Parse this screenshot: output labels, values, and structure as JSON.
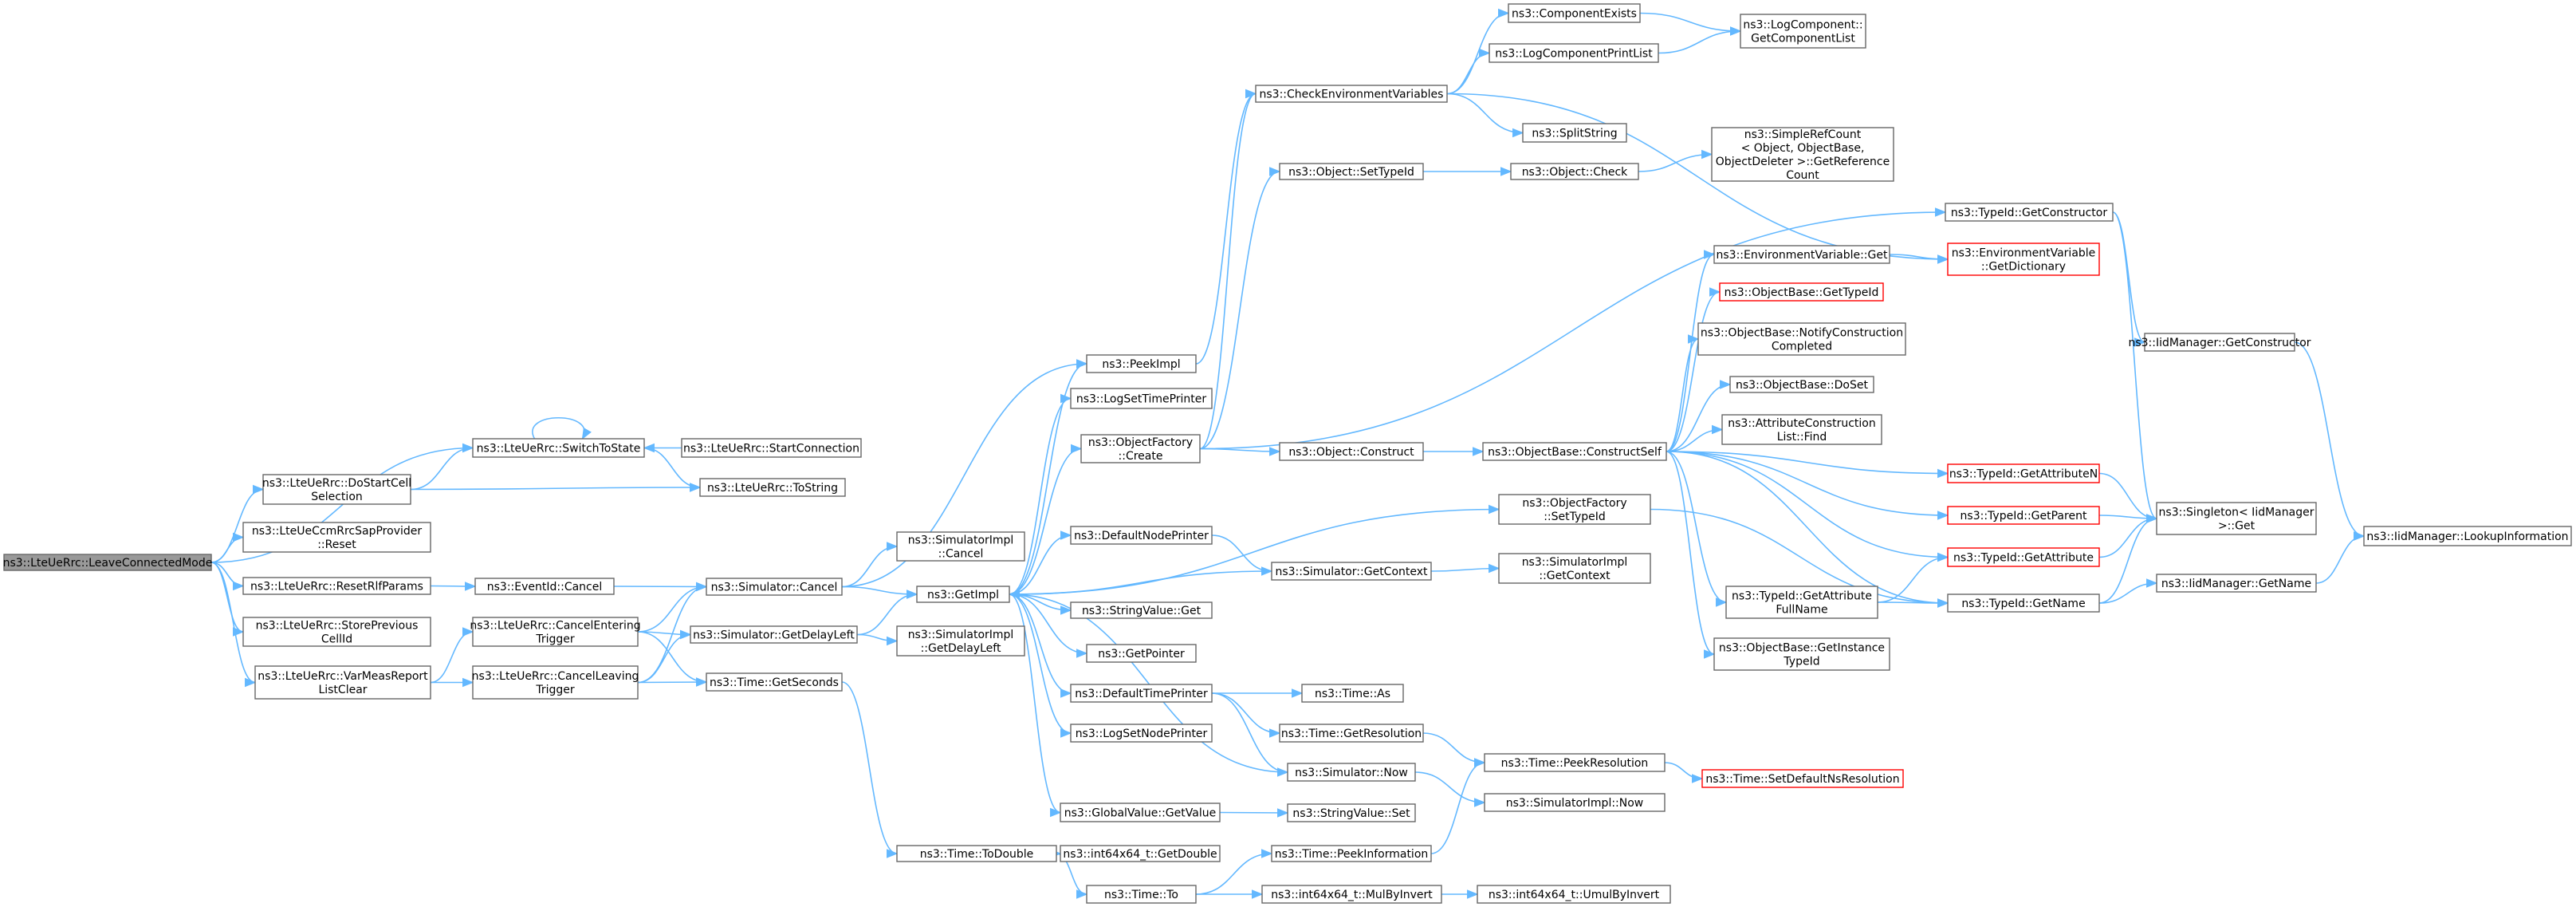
{
  "diagram": {
    "title": "",
    "nodes": [
      {
        "id": "n0",
        "lines": [
          "ns3::LteUeRrc::LeaveConnectedMode"
        ],
        "root": true
      },
      {
        "id": "n1",
        "lines": [
          "ns3::LteUeRrc::DoStartCell",
          "Selection"
        ]
      },
      {
        "id": "n2",
        "lines": [
          "ns3::LteUeCcmRrcSapProvider",
          "::Reset"
        ]
      },
      {
        "id": "n3",
        "lines": [
          "ns3::LteUeRrc::ResetRlfParams"
        ]
      },
      {
        "id": "n4",
        "lines": [
          "ns3::LteUeRrc::StorePrevious",
          "CellId"
        ]
      },
      {
        "id": "n5",
        "lines": [
          "ns3::LteUeRrc::SwitchToState"
        ]
      },
      {
        "id": "n6",
        "lines": [
          "ns3::LteUeRrc::VarMeasReport",
          "ListClear"
        ]
      },
      {
        "id": "n7",
        "lines": [
          "ns3::LteUeRrc::StartConnection"
        ]
      },
      {
        "id": "n8",
        "lines": [
          "ns3::LteUeRrc::ToString"
        ]
      },
      {
        "id": "n9",
        "lines": [
          "ns3::EventId::Cancel"
        ]
      },
      {
        "id": "n10",
        "lines": [
          "ns3::LteUeRrc::CancelEntering",
          "Trigger"
        ]
      },
      {
        "id": "n11",
        "lines": [
          "ns3::LteUeRrc::CancelLeaving",
          "Trigger"
        ]
      },
      {
        "id": "n12",
        "lines": [
          "ns3::Simulator::Cancel"
        ]
      },
      {
        "id": "n13",
        "lines": [
          "ns3::Simulator::GetDelayLeft"
        ]
      },
      {
        "id": "n14",
        "lines": [
          "ns3::Time::GetSeconds"
        ]
      },
      {
        "id": "n15",
        "lines": [
          "ns3::PeekImpl"
        ]
      },
      {
        "id": "n16",
        "lines": [
          "ns3::SimulatorImpl",
          "::Cancel"
        ]
      },
      {
        "id": "n17",
        "lines": [
          "ns3::GetImpl"
        ]
      },
      {
        "id": "n18",
        "lines": [
          "ns3::SimulatorImpl",
          "::GetDelayLeft"
        ]
      },
      {
        "id": "n19",
        "lines": [
          "ns3::Time::ToDouble"
        ]
      },
      {
        "id": "n20",
        "lines": [
          "ns3::LogSetTimePrinter"
        ]
      },
      {
        "id": "n21",
        "lines": [
          "ns3::ObjectFactory",
          "::Create"
        ]
      },
      {
        "id": "n22",
        "lines": [
          "ns3::DefaultNodePrinter"
        ]
      },
      {
        "id": "n23",
        "lines": [
          "ns3::StringValue::Get"
        ]
      },
      {
        "id": "n24",
        "lines": [
          "ns3::GetPointer"
        ]
      },
      {
        "id": "n25",
        "lines": [
          "ns3::DefaultTimePrinter"
        ]
      },
      {
        "id": "n26",
        "lines": [
          "ns3::LogSetNodePrinter"
        ]
      },
      {
        "id": "n27",
        "lines": [
          "ns3::GlobalValue::GetValue"
        ]
      },
      {
        "id": "n28",
        "lines": [
          "ns3::int64x64_t::GetDouble"
        ]
      },
      {
        "id": "n29",
        "lines": [
          "ns3::Time::To"
        ]
      },
      {
        "id": "n30",
        "lines": [
          "ns3::CheckEnvironmentVariables"
        ]
      },
      {
        "id": "n31",
        "lines": [
          "ns3::Object::SetTypeId"
        ]
      },
      {
        "id": "n32",
        "lines": [
          "ns3::Object::Construct"
        ]
      },
      {
        "id": "n33",
        "lines": [
          "ns3::Simulator::GetContext"
        ]
      },
      {
        "id": "n34",
        "lines": [
          "ns3::Time::As"
        ]
      },
      {
        "id": "n35",
        "lines": [
          "ns3::Time::GetResolution"
        ]
      },
      {
        "id": "n36",
        "lines": [
          "ns3::Simulator::Now"
        ]
      },
      {
        "id": "n37",
        "lines": [
          "ns3::StringValue::Set"
        ]
      },
      {
        "id": "n38",
        "lines": [
          "ns3::Time::PeekInformation"
        ]
      },
      {
        "id": "n39",
        "lines": [
          "ns3::int64x64_t::MulByInvert"
        ]
      },
      {
        "id": "n40",
        "lines": [
          "ns3::ComponentExists"
        ]
      },
      {
        "id": "n41",
        "lines": [
          "ns3::LogComponentPrintList"
        ]
      },
      {
        "id": "n42",
        "lines": [
          "ns3::SplitString"
        ]
      },
      {
        "id": "n43",
        "lines": [
          "ns3::Object::Check"
        ]
      },
      {
        "id": "n44",
        "lines": [
          "ns3::ObjectBase::ConstructSelf"
        ]
      },
      {
        "id": "n45",
        "lines": [
          "ns3::ObjectFactory",
          "::SetTypeId"
        ]
      },
      {
        "id": "n46",
        "lines": [
          "ns3::SimulatorImpl",
          "::GetContext"
        ]
      },
      {
        "id": "n47",
        "lines": [
          "ns3::Time::PeekResolution"
        ]
      },
      {
        "id": "n48",
        "lines": [
          "ns3::SimulatorImpl::Now"
        ]
      },
      {
        "id": "n49",
        "lines": [
          "ns3::int64x64_t::UmulByInvert"
        ]
      },
      {
        "id": "n50",
        "lines": [
          "ns3::LogComponent::",
          "GetComponentList"
        ]
      },
      {
        "id": "n51",
        "lines": [
          "ns3::SimpleRefCount",
          "< Object, ObjectBase,",
          " ObjectDeleter >::GetReference",
          "Count"
        ]
      },
      {
        "id": "n52",
        "lines": [
          "ns3::EnvironmentVariable::Get"
        ]
      },
      {
        "id": "n53",
        "lines": [
          "ns3::ObjectBase::GetTypeId"
        ],
        "truncated": true
      },
      {
        "id": "n54",
        "lines": [
          "ns3::ObjectBase::NotifyConstruction",
          "Completed"
        ]
      },
      {
        "id": "n55",
        "lines": [
          "ns3::ObjectBase::DoSet"
        ]
      },
      {
        "id": "n56",
        "lines": [
          "ns3::AttributeConstruction",
          "List::Find"
        ]
      },
      {
        "id": "n57",
        "lines": [
          "ns3::TypeId::GetAttribute",
          "FullName"
        ]
      },
      {
        "id": "n58",
        "lines": [
          "ns3::ObjectBase::GetInstance",
          "TypeId"
        ]
      },
      {
        "id": "n59",
        "lines": [
          "ns3::Time::SetDefaultNsResolution"
        ],
        "truncated": true
      },
      {
        "id": "n60",
        "lines": [
          "ns3::TypeId::GetConstructor"
        ]
      },
      {
        "id": "n61",
        "lines": [
          "ns3::EnvironmentVariable",
          "::GetDictionary"
        ],
        "truncated": true
      },
      {
        "id": "n62",
        "lines": [
          "ns3::TypeId::GetAttributeN"
        ],
        "truncated": true
      },
      {
        "id": "n63",
        "lines": [
          "ns3::TypeId::GetParent"
        ],
        "truncated": true
      },
      {
        "id": "n64",
        "lines": [
          "ns3::TypeId::GetAttribute"
        ],
        "truncated": true
      },
      {
        "id": "n65",
        "lines": [
          "ns3::TypeId::GetName"
        ]
      },
      {
        "id": "n66",
        "lines": [
          "ns3::IidManager::GetConstructor"
        ]
      },
      {
        "id": "n67",
        "lines": [
          "ns3::Singleton< IidManager",
          " >::Get"
        ]
      },
      {
        "id": "n68",
        "lines": [
          "ns3::IidManager::GetName"
        ]
      },
      {
        "id": "n69",
        "lines": [
          "ns3::IidManager::LookupInformation"
        ]
      }
    ],
    "edges": [
      [
        "n0",
        "n1"
      ],
      [
        "n0",
        "n2"
      ],
      [
        "n0",
        "n3"
      ],
      [
        "n0",
        "n4"
      ],
      [
        "n0",
        "n5"
      ],
      [
        "n0",
        "n6"
      ],
      [
        "n1",
        "n5"
      ],
      [
        "n1",
        "n8"
      ],
      [
        "n5",
        "n5"
      ],
      [
        "n5",
        "n8"
      ],
      [
        "n7",
        "n5"
      ],
      [
        "n3",
        "n9"
      ],
      [
        "n9",
        "n12"
      ],
      [
        "n6",
        "n10"
      ],
      [
        "n6",
        "n11"
      ],
      [
        "n10",
        "n12"
      ],
      [
        "n10",
        "n13"
      ],
      [
        "n10",
        "n14"
      ],
      [
        "n11",
        "n12"
      ],
      [
        "n11",
        "n13"
      ],
      [
        "n11",
        "n14"
      ],
      [
        "n12",
        "n15"
      ],
      [
        "n12",
        "n16"
      ],
      [
        "n12",
        "n17"
      ],
      [
        "n13",
        "n17"
      ],
      [
        "n13",
        "n18"
      ],
      [
        "n14",
        "n19"
      ],
      [
        "n17",
        "n15"
      ],
      [
        "n17",
        "n20"
      ],
      [
        "n17",
        "n21"
      ],
      [
        "n17",
        "n22"
      ],
      [
        "n17",
        "n23"
      ],
      [
        "n17",
        "n24"
      ],
      [
        "n17",
        "n25"
      ],
      [
        "n17",
        "n26"
      ],
      [
        "n17",
        "n27"
      ],
      [
        "n17",
        "n45"
      ],
      [
        "n15",
        "n30"
      ],
      [
        "n21",
        "n30"
      ],
      [
        "n21",
        "n31"
      ],
      [
        "n21",
        "n32"
      ],
      [
        "n21",
        "n60"
      ],
      [
        "n22",
        "n33"
      ],
      [
        "n33",
        "n17"
      ],
      [
        "n33",
        "n46"
      ],
      [
        "n25",
        "n34"
      ],
      [
        "n25",
        "n35"
      ],
      [
        "n25",
        "n36"
      ],
      [
        "n36",
        "n17"
      ],
      [
        "n36",
        "n48"
      ],
      [
        "n35",
        "n47"
      ],
      [
        "n27",
        "n37"
      ],
      [
        "n19",
        "n28"
      ],
      [
        "n19",
        "n29"
      ],
      [
        "n29",
        "n38"
      ],
      [
        "n29",
        "n39"
      ],
      [
        "n38",
        "n47"
      ],
      [
        "n39",
        "n49"
      ],
      [
        "n47",
        "n59"
      ],
      [
        "n30",
        "n40"
      ],
      [
        "n30",
        "n41"
      ],
      [
        "n30",
        "n42"
      ],
      [
        "n30",
        "n61"
      ],
      [
        "n40",
        "n50"
      ],
      [
        "n41",
        "n50"
      ],
      [
        "n31",
        "n43"
      ],
      [
        "n43",
        "n51"
      ],
      [
        "n32",
        "n44"
      ],
      [
        "n44",
        "n52"
      ],
      [
        "n44",
        "n53"
      ],
      [
        "n44",
        "n54"
      ],
      [
        "n44",
        "n55"
      ],
      [
        "n44",
        "n56"
      ],
      [
        "n44",
        "n62"
      ],
      [
        "n44",
        "n63"
      ],
      [
        "n44",
        "n64"
      ],
      [
        "n44",
        "n57"
      ],
      [
        "n44",
        "n58"
      ],
      [
        "n44",
        "n65"
      ],
      [
        "n45",
        "n65"
      ],
      [
        "n52",
        "n61"
      ],
      [
        "n57",
        "n64"
      ],
      [
        "n57",
        "n65"
      ],
      [
        "n60",
        "n66"
      ],
      [
        "n60",
        "n67"
      ],
      [
        "n62",
        "n67"
      ],
      [
        "n63",
        "n67"
      ],
      [
        "n64",
        "n67"
      ],
      [
        "n65",
        "n67"
      ],
      [
        "n65",
        "n68"
      ],
      [
        "n66",
        "n69"
      ],
      [
        "n68",
        "n69"
      ]
    ]
  }
}
